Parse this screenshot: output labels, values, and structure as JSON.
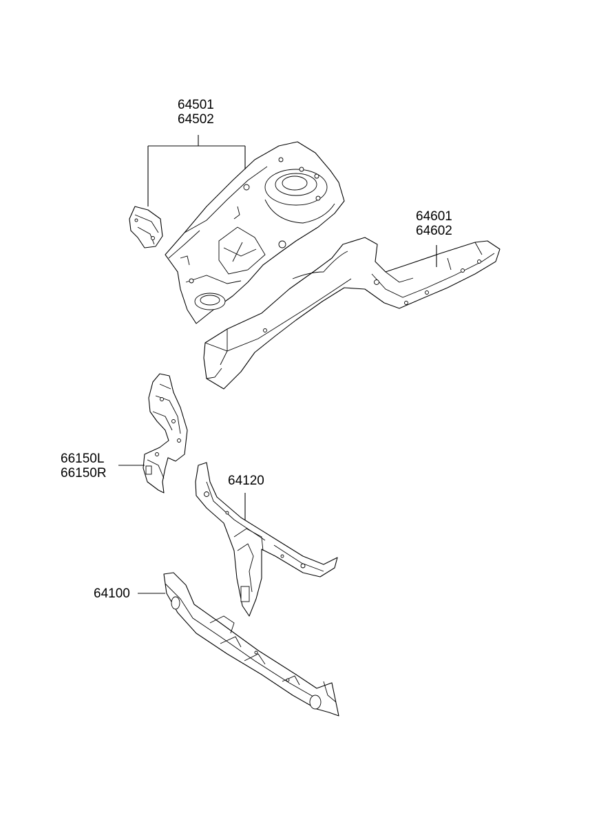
{
  "labels": {
    "fender_apron": [
      "64501",
      "64502"
    ],
    "side_member": [
      "64601",
      "64602"
    ],
    "headlamp_bracket": [
      "66150L",
      "66150R"
    ],
    "upper_member": "64120",
    "lower_member": "64100"
  }
}
